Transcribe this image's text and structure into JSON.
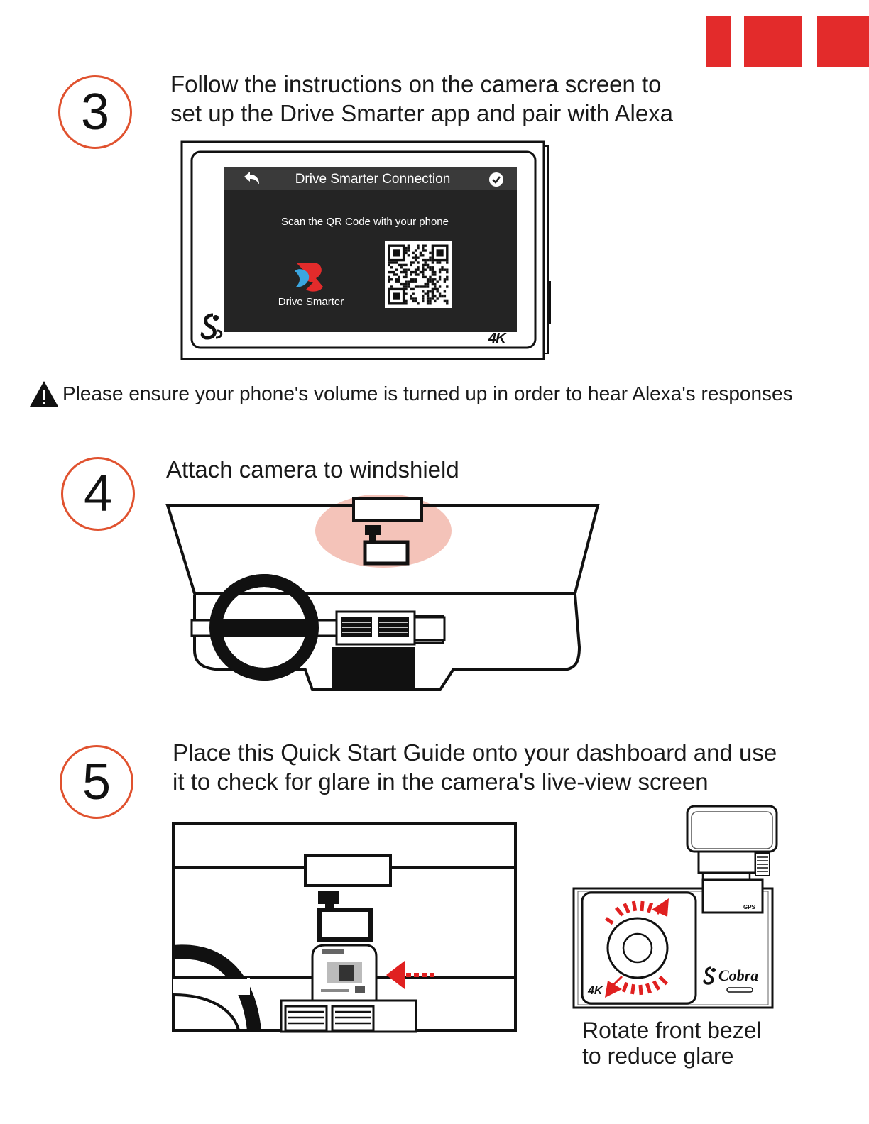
{
  "steps": [
    {
      "number": "3",
      "text_line1": "Follow the instructions on the camera screen to",
      "text_line2": "set up the Drive Smarter app and pair with Alexa"
    },
    {
      "number": "4",
      "text_line1": "Attach camera to windshield"
    },
    {
      "number": "5",
      "text_line1": "Place this Quick Start Guide onto your dashboard and use",
      "text_line2": "it to check for glare in the camera's live-view screen"
    }
  ],
  "camera_screen": {
    "title": "Drive Smarter Connection",
    "instruction": "Scan the QR Code with your phone",
    "app_name": "Drive Smarter",
    "badge": "4K",
    "back_icon": "back-arrow-icon",
    "confirm_icon": "check-circle-icon"
  },
  "warning": {
    "text": "Please ensure your phone's volume is turned up in order to hear Alexa's responses",
    "icon": "warning-triangle-icon"
  },
  "bezel": {
    "caption_line1": "Rotate front bezel",
    "caption_line2": "to reduce glare",
    "brand": "Cobra",
    "gps_label": "GPS",
    "badge": "4K"
  },
  "colors": {
    "accent_red": "#e32b2b",
    "circle_orange": "#e0522f",
    "glow_pink": "#f2b8ad",
    "arrow_red": "#e02020"
  }
}
